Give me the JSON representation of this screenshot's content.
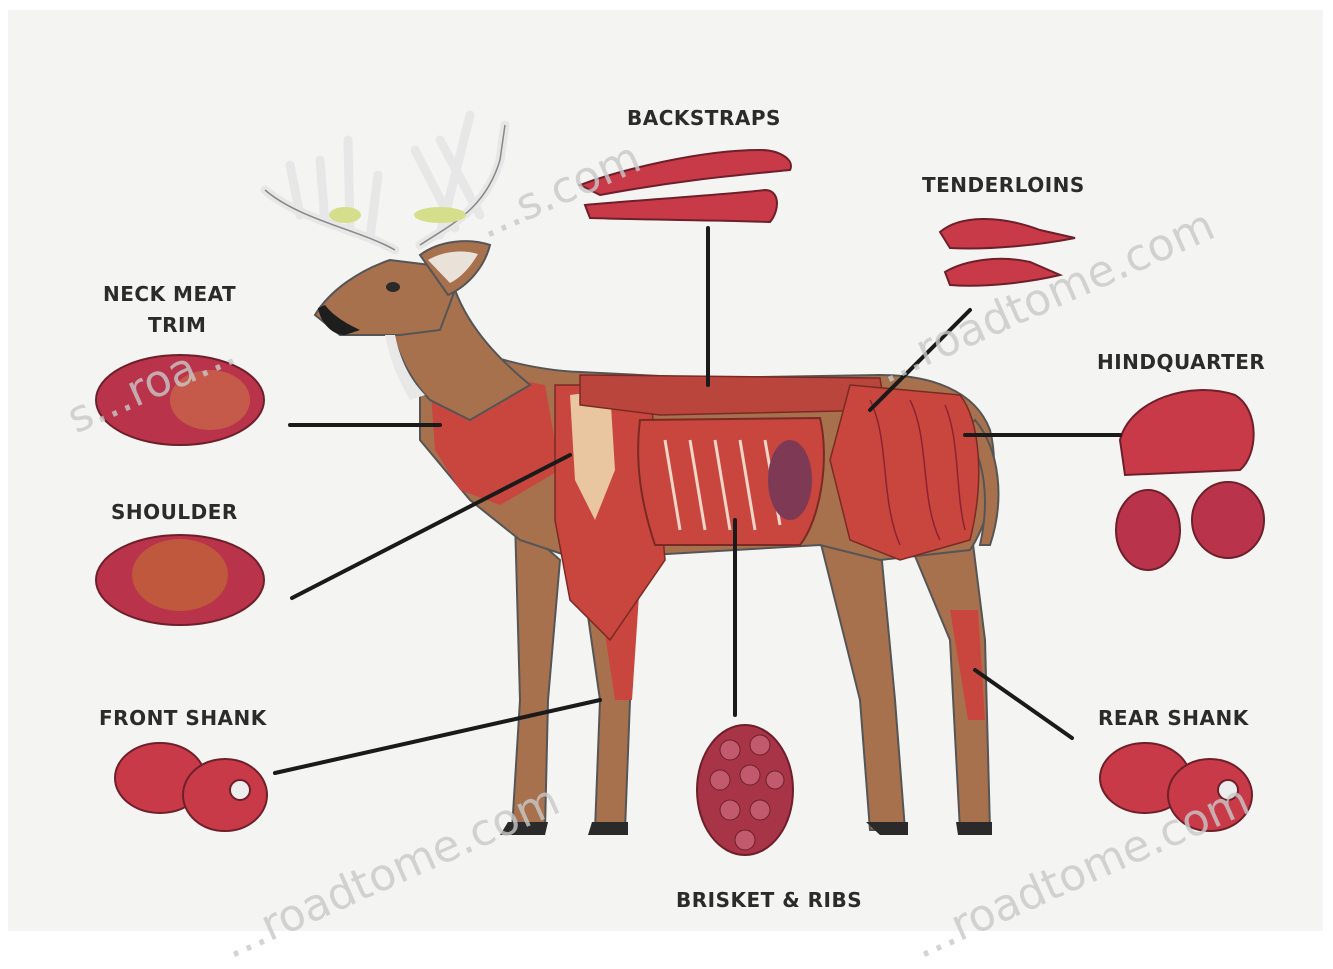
{
  "labels": {
    "backstraps": "BACKSTRAPS",
    "tenderloins": "TENDERLOINS",
    "neck_line1": "NECK MEAT",
    "neck_line2": "TRIM",
    "hindquarter": "HINDQUARTER",
    "shoulder": "SHOULDER",
    "front_shank": "FRONT SHANK",
    "rear_shank": "REAR SHANK",
    "brisket": "BRISKET & RIBS"
  },
  "watermarks": [
    "s...roa...",
    "...s.com",
    "...roadtome.com",
    "...roadtome.com",
    "...roadtome.com"
  ],
  "colors": {
    "meat": "#c83a48",
    "meat_dark": "#8e2232",
    "deer_brown": "#a8714e",
    "muscle": "#c8463e",
    "leader": "#1a1a1a",
    "label": "#2b2b2b"
  }
}
